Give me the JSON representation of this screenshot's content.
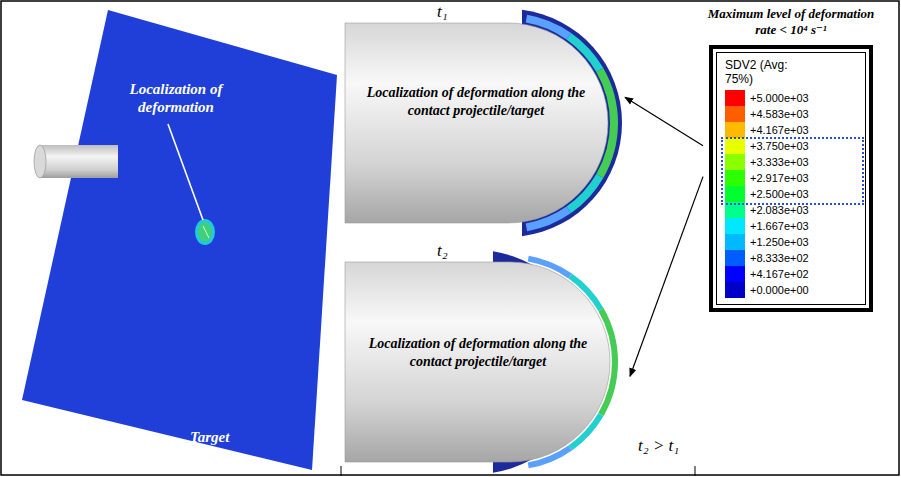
{
  "diagram": {
    "nodes": [
      {
        "text": [
          "t₁",
          "Localization of deformation along the contact projectile/target"
        ]
      },
      {
        "text": [
          "t₂",
          "Localization of deformation along the contact projectile/target"
        ]
      },
      {
        "text": [
          "Maximum level of deformation rate < 10⁴ s⁻¹",
          "SDV2 (Avg: 75%)"
        ]
      }
    ],
    "edges": [
      {
        "from": 2,
        "to": 0,
        "arrow": "to"
      },
      {
        "from": 2,
        "to": 1,
        "arrow": "to"
      }
    ],
    "labels": [
      "Localization of deformation",
      "Target",
      "t₂ > t₁"
    ],
    "legend": [
      {
        "text": "+5.000e+03",
        "color": "#ff0000"
      },
      {
        "text": "+4.583e+03",
        "color": "#ff5d00"
      },
      {
        "text": "+4.167e+03",
        "color": "#ffb900"
      },
      {
        "text": "+3.750e+03",
        "color": "#e8ff00"
      },
      {
        "text": "+3.333e+03",
        "color": "#8bff00"
      },
      {
        "text": "+2.917e+03",
        "color": "#2eff00"
      },
      {
        "text": "+2.500e+03",
        "color": "#00ff2e"
      },
      {
        "text": "+2.083e+03",
        "color": "#00ff8b"
      },
      {
        "text": "+1.667e+03",
        "color": "#00e8ff"
      },
      {
        "text": "+1.250e+03",
        "color": "#00b9ff"
      },
      {
        "text": "+8.333e+02",
        "color": "#005dff"
      },
      {
        "text": "+4.167e+02",
        "color": "#0000ff"
      },
      {
        "text": "+0.000e+00",
        "color": "#0000c8"
      }
    ]
  }
}
